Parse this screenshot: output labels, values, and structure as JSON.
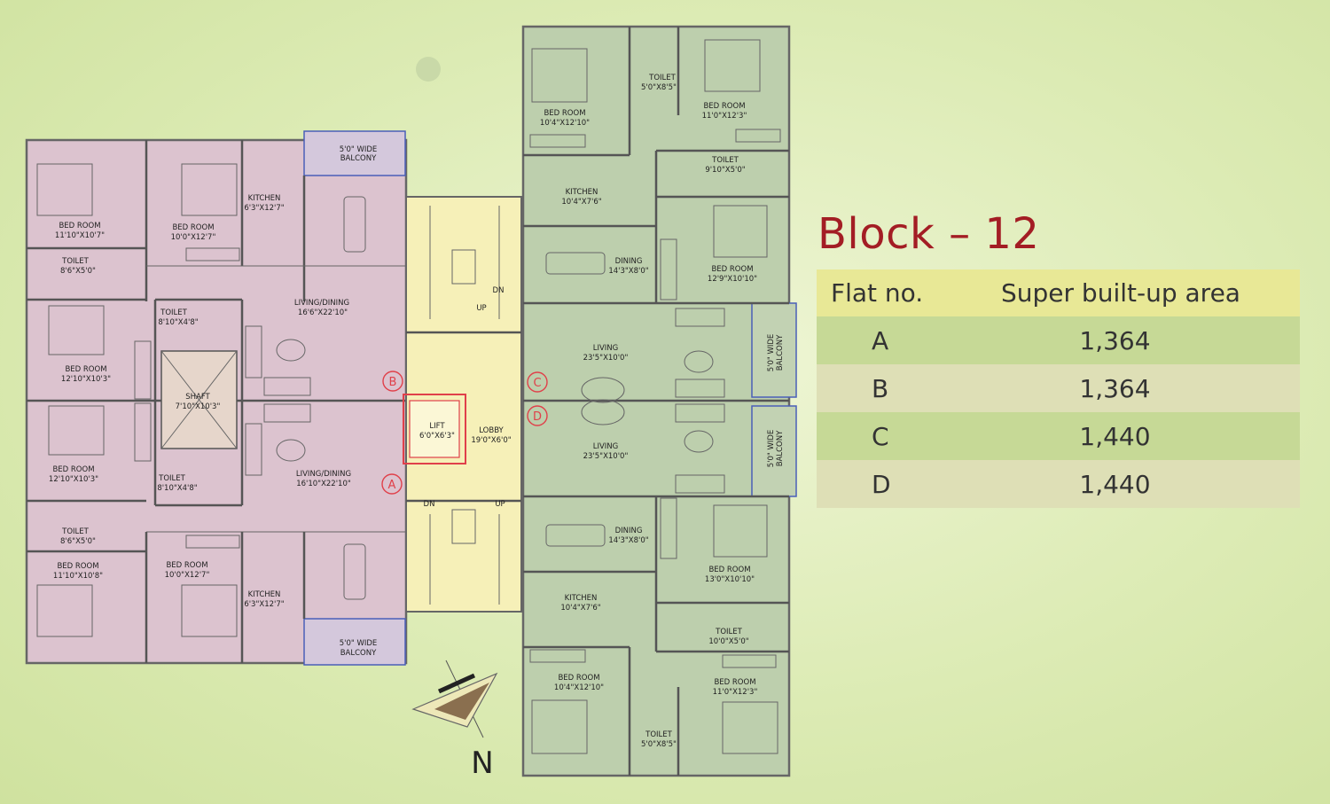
{
  "block_title": "Block – 12",
  "area_table": {
    "headers": {
      "flat": "Flat no.",
      "area": "Super built-up area"
    },
    "rows": [
      {
        "flat": "A",
        "area": "1,364"
      },
      {
        "flat": "B",
        "area": "1,364"
      },
      {
        "flat": "C",
        "area": "1,440"
      },
      {
        "flat": "D",
        "area": "1,440"
      }
    ]
  },
  "compass": {
    "label": "N"
  },
  "flat_markers": {
    "a": "A",
    "b": "B",
    "c": "C",
    "d": "D"
  },
  "rooms": {
    "bal_lt": "5'0\" WIDE",
    "bal_lt2": "BALCONY",
    "bed_l1": "BED ROOM",
    "bed_l1d": "11'10\"X10'7\"",
    "bed_l2": "BED ROOM",
    "bed_l2d": "10'0\"X12'7\"",
    "kit_lt": "KITCHEN",
    "kit_ltd": "6'3\"X12'7\"",
    "toi_l1": "TOILET",
    "toi_l1d": "8'6\"X5'0\"",
    "toi_l2": "TOILET",
    "toi_l2d": "8'10\"X4'8\"",
    "liv_b": "LIVING/DINING",
    "liv_bd": "16'6\"X22'10\"",
    "bed_l3": "BED ROOM",
    "bed_l3d": "12'10\"X10'3\"",
    "shaft": "SHAFT",
    "shaftd": "7'10\"X10'3\"",
    "bed_l4": "BED ROOM",
    "bed_l4d": "12'10\"X10'3\"",
    "toi_l3": "TOILET",
    "toi_l3d": "8'10\"X4'8\"",
    "liv_a": "LIVING/DINING",
    "liv_ad": "16'10\"X22'10\"",
    "toi_l4": "TOILET",
    "toi_l4d": "8'6\"X5'0\"",
    "bed_l5": "BED ROOM",
    "bed_l5d": "11'10\"X10'8\"",
    "bed_l6": "BED ROOM",
    "bed_l6d": "10'0\"X12'7\"",
    "kit_lb": "KITCHEN",
    "kit_lbd": "6'3\"X12'7\"",
    "bal_lb": "5'0\" WIDE",
    "bal_lb2": "BALCONY",
    "lift": "LIFT",
    "liftd": "6'0\"X6'3\"",
    "lobby": "LOBBY",
    "lobbyd": "19'0\"X6'0\"",
    "dn1": "DN",
    "up1": "UP",
    "dn2": "DN",
    "up2": "UP",
    "bed_r1": "BED ROOM",
    "bed_r1d": "10'4\"X12'10\"",
    "toi_r1": "TOILET",
    "toi_r1d": "5'0\"X8'5\"",
    "bed_r2": "BED ROOM",
    "bed_r2d": "11'0\"X12'3\"",
    "toi_r2": "TOILET",
    "toi_r2d": "9'10\"X5'0\"",
    "kit_rt": "KITCHEN",
    "kit_rtd": "10'4\"X7'6\"",
    "din_rt": "DINING",
    "din_rtd": "14'3\"X8'0\"",
    "bed_r3": "BED ROOM",
    "bed_r3d": "12'9\"X10'10\"",
    "liv_c": "LIVING",
    "liv_cd": "23'5\"X10'0\"",
    "bal_rt": "5'0\" WIDE",
    "bal_rt2": "BALCONY",
    "liv_d": "LIVING",
    "liv_dd": "23'5\"X10'0\"",
    "bal_rb": "5'0\" WIDE",
    "bal_rb2": "BALCONY",
    "din_rb": "DINING",
    "din_rbd": "14'3\"X8'0\"",
    "bed_r4": "BED ROOM",
    "bed_r4d": "13'0\"X10'10\"",
    "kit_rb": "KITCHEN",
    "kit_rbd": "10'4\"X7'6\"",
    "toi_r3": "TOILET",
    "toi_r3d": "10'0\"X5'0\"",
    "bed_r5": "BED ROOM",
    "bed_r5d": "10'4\"X12'10\"",
    "bed_r6": "BED ROOM",
    "bed_r6d": "11'0\"X12'3\"",
    "toi_r4": "TOILET",
    "toi_r4d": "5'0\"X8'5\""
  },
  "colors": {
    "left_wing": "#dcc3cf",
    "right_wing": "#bdcfad",
    "core": "#f6f0b8",
    "title": "#a31d24",
    "table_header": "#e8e896"
  }
}
